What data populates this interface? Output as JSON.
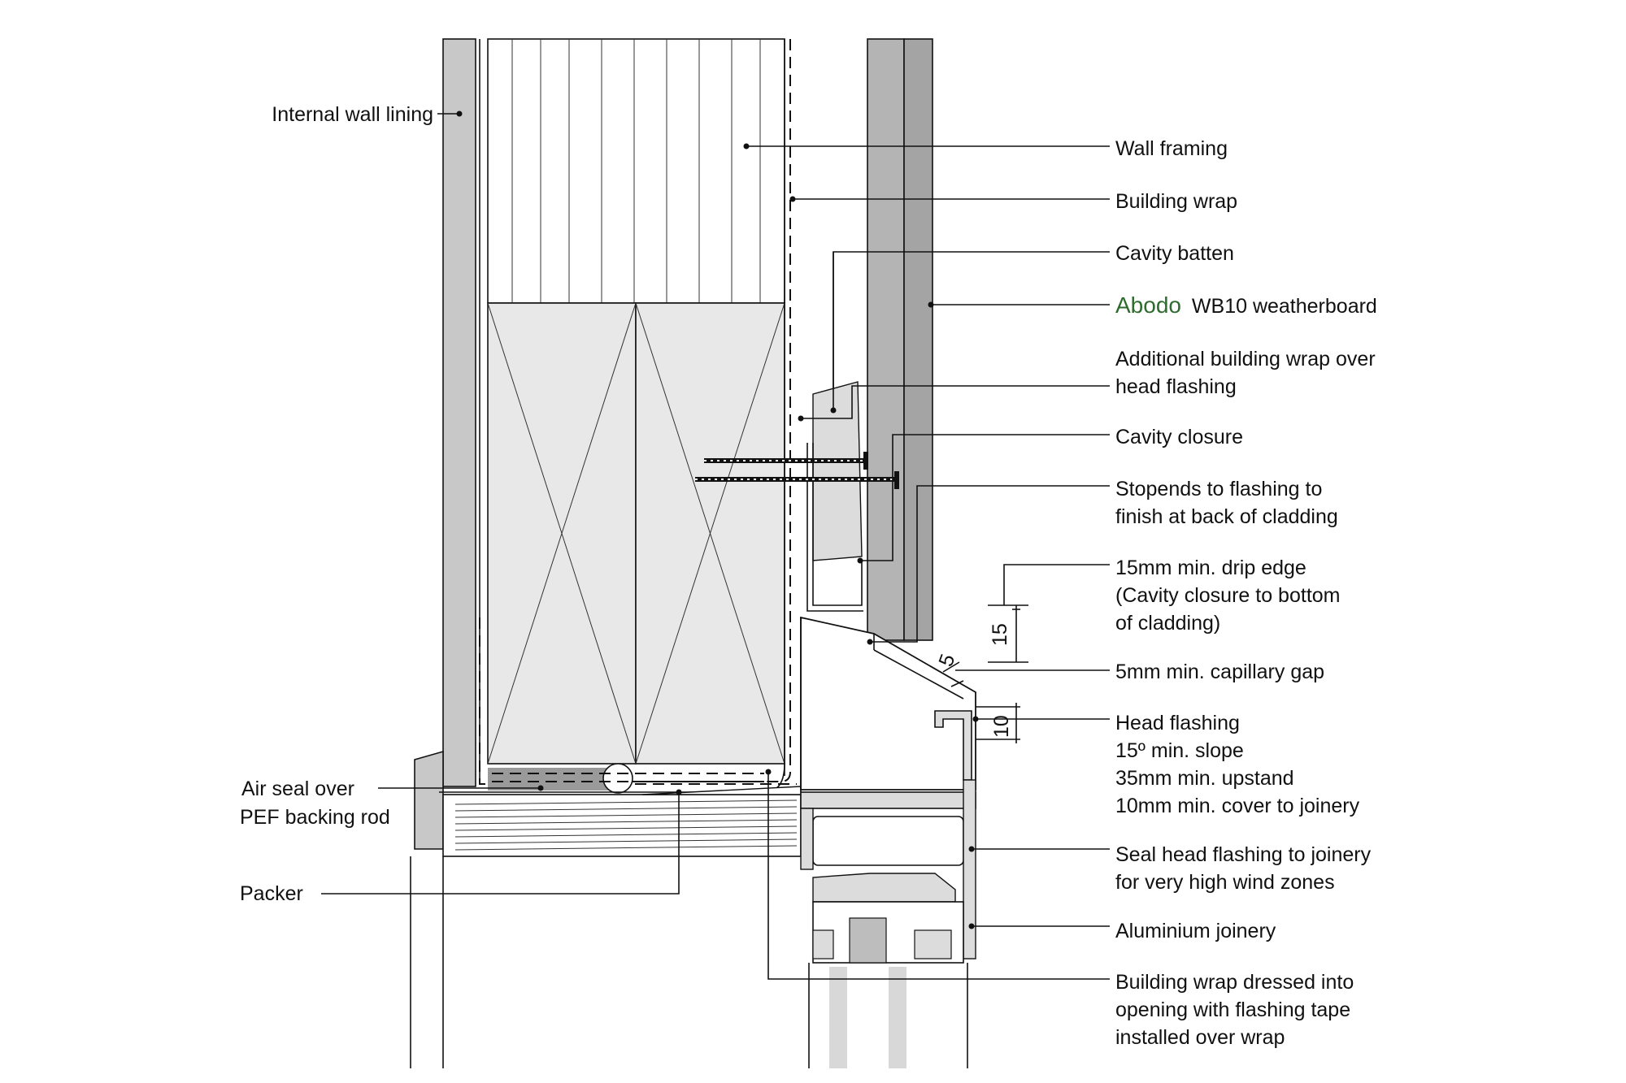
{
  "labels": {
    "internal_wall_lining": "Internal wall lining",
    "wall_framing": "Wall framing",
    "building_wrap": "Building wrap",
    "cavity_batten": "Cavity batten",
    "abodo_brand": "Abodo",
    "weatherboard": "WB10 weatherboard",
    "additional_wrap_1": "Additional building wrap over",
    "additional_wrap_2": "head flashing",
    "cavity_closure": "Cavity closure",
    "stopends_1": "Stopends to flashing to",
    "stopends_2": "finish at back of cladding",
    "drip_1": "15mm min. drip edge",
    "drip_2": "(Cavity closure to bottom",
    "drip_3": "of cladding)",
    "capillary_gap": "5mm min. capillary gap",
    "head_flashing_1": "Head flashing",
    "head_flashing_2": "15º min. slope",
    "head_flashing_3": "35mm min. upstand",
    "head_flashing_4": "10mm min. cover to joinery",
    "seal_1": "Seal head flashing to joinery",
    "seal_2": "for very high wind zones",
    "aluminium_joinery": "Aluminium joinery",
    "wrap_dressed_1": "Building wrap dressed into",
    "wrap_dressed_2": "opening with flashing tape",
    "wrap_dressed_3": "installed over wrap",
    "air_seal_1": "Air seal over",
    "air_seal_2": "PEF backing rod",
    "packer": "Packer"
  },
  "dimensions": {
    "drip_edge": "15",
    "capillary_gap": "5",
    "cover": "10"
  },
  "colors": {
    "lining": "#c8c8c8",
    "cladding": "#b4b4b4",
    "framing": "#e8e8e8",
    "glass": "#d8d8d8",
    "brand": "#2e6b2e"
  }
}
